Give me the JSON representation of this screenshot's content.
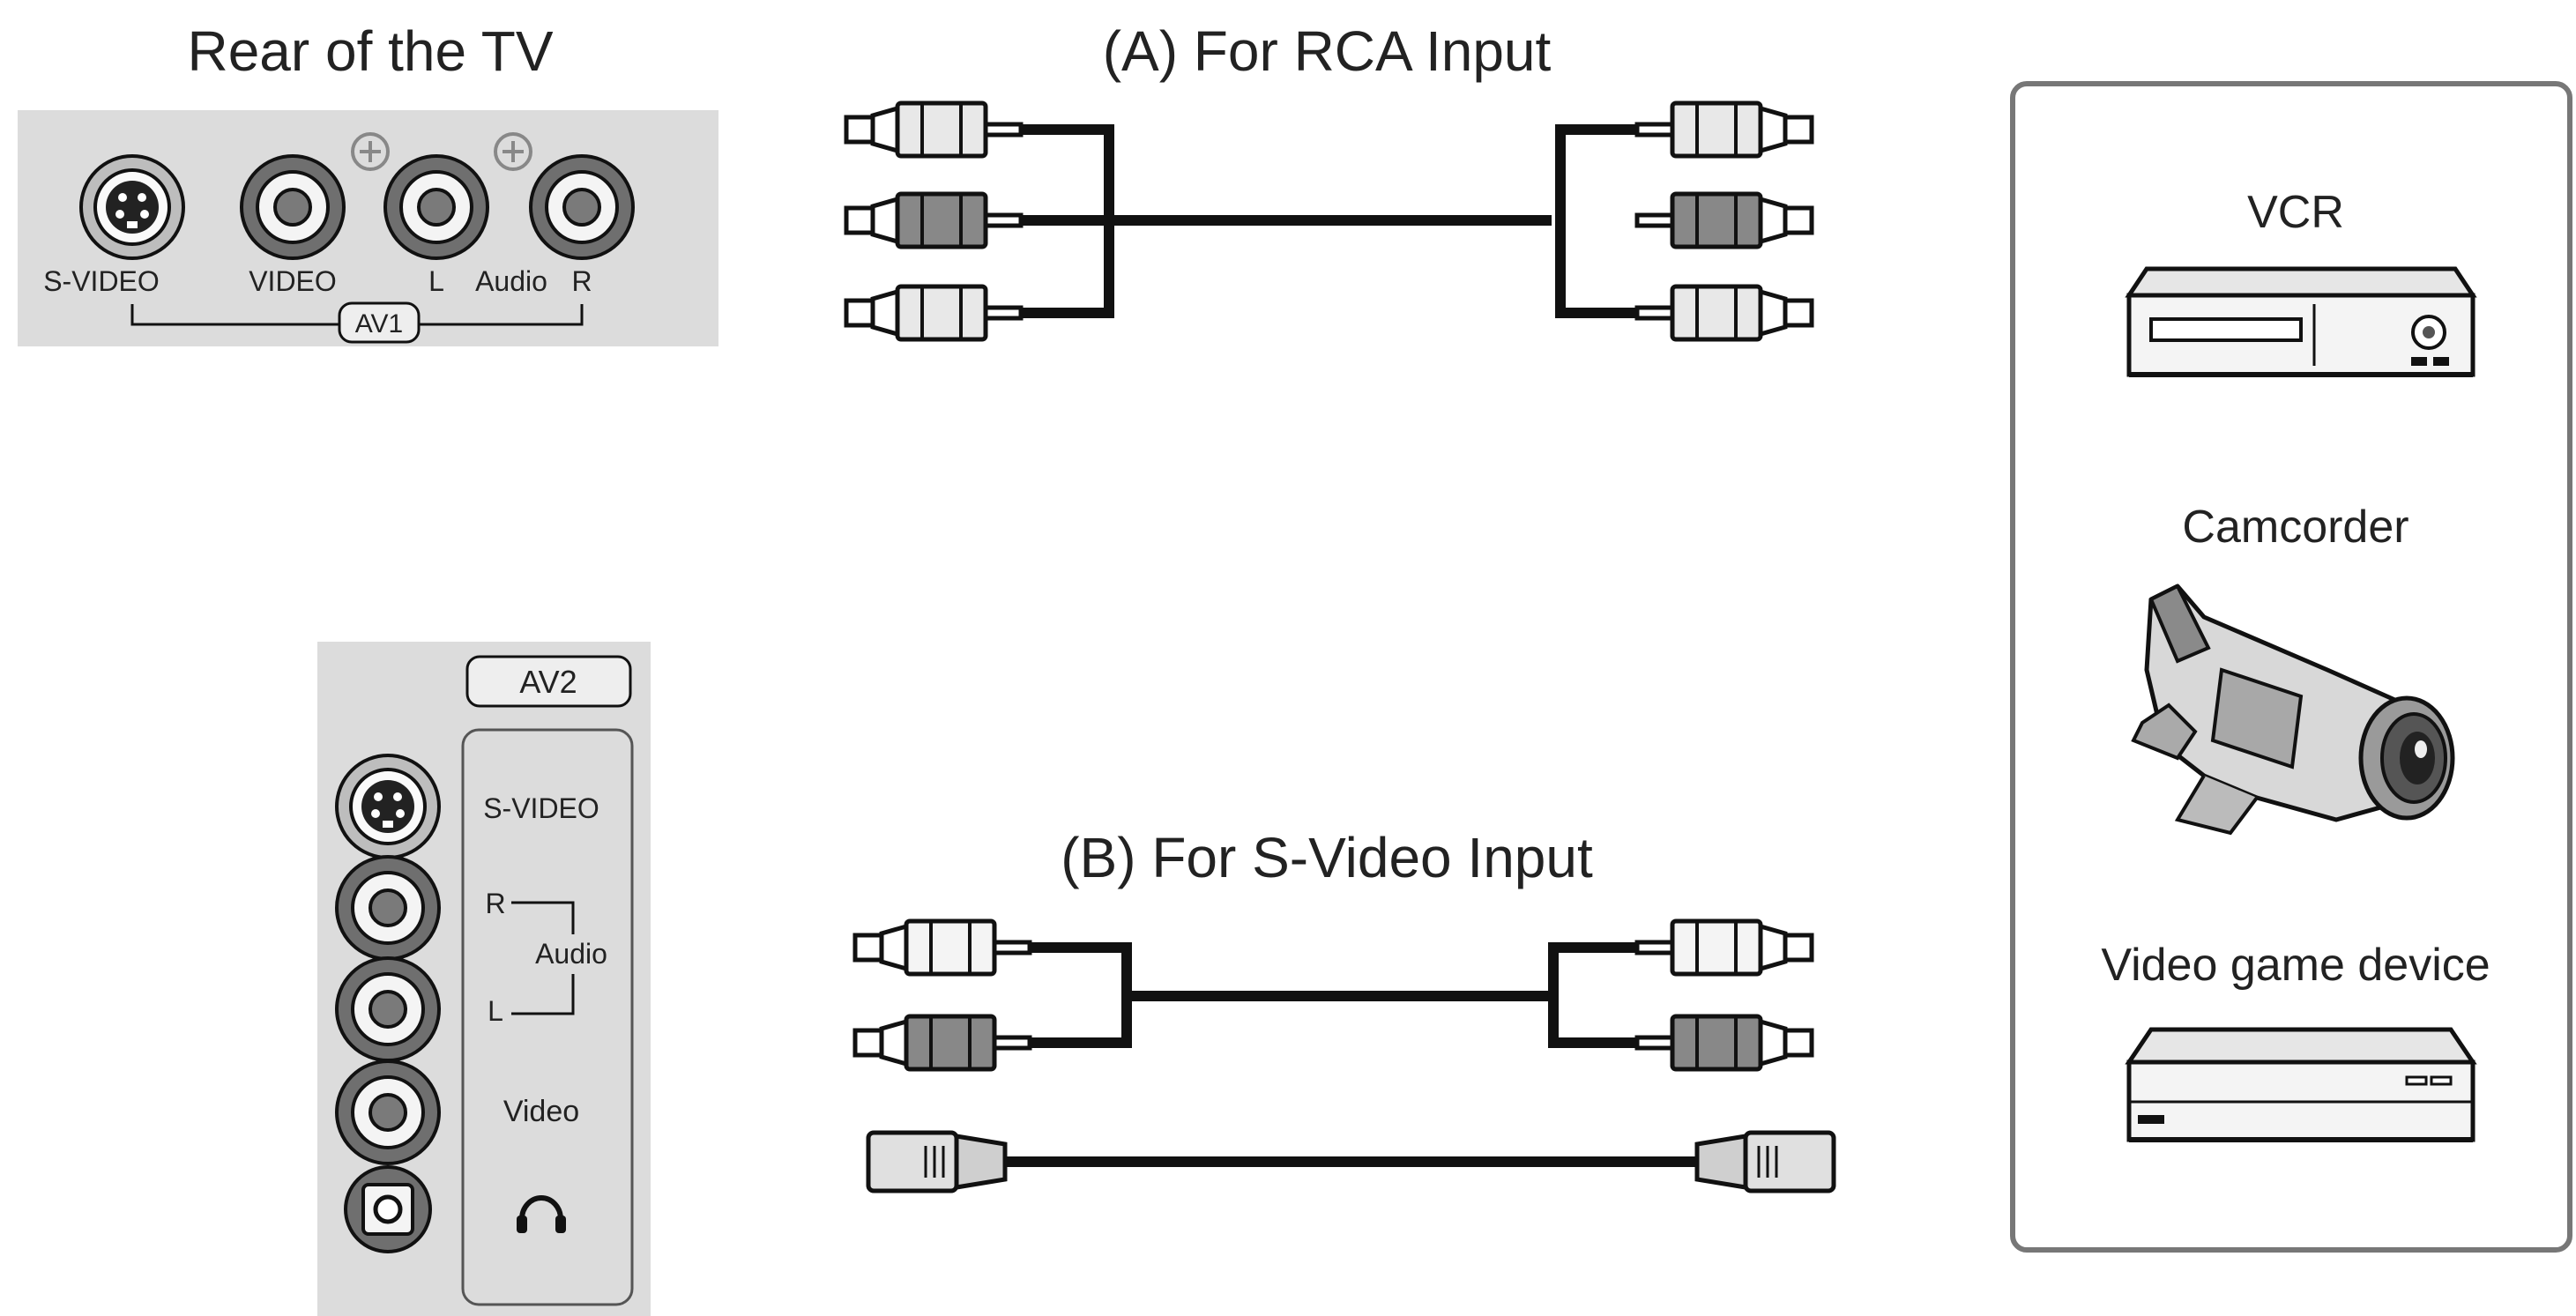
{
  "titles": {
    "rear_of_tv": "Rear of the TV",
    "rca_input": "(A) For RCA Input",
    "svideo_input": "(B) For S-Video Input"
  },
  "av1_panel": {
    "labels": {
      "svideo": "S-VIDEO",
      "video": "VIDEO",
      "left": "L",
      "audio": "Audio",
      "right": "R",
      "group": "AV1"
    }
  },
  "av2_panel": {
    "labels": {
      "group": "AV2",
      "svideo": "S-VIDEO",
      "right": "R",
      "audio": "Audio",
      "left": "L",
      "video": "Video"
    },
    "headphone_icon": "headphone-icon"
  },
  "devices": [
    {
      "name": "VCR",
      "icon": "vcr-icon"
    },
    {
      "name": "Camcorder",
      "icon": "camcorder-icon"
    },
    {
      "name": "Video game device",
      "icon": "game-console-icon"
    }
  ],
  "colors": {
    "panel_gray": "#dcdcdc",
    "line": "#1a1a1a",
    "plug_light": "#e8e8e8",
    "plug_dark": "#888888"
  }
}
